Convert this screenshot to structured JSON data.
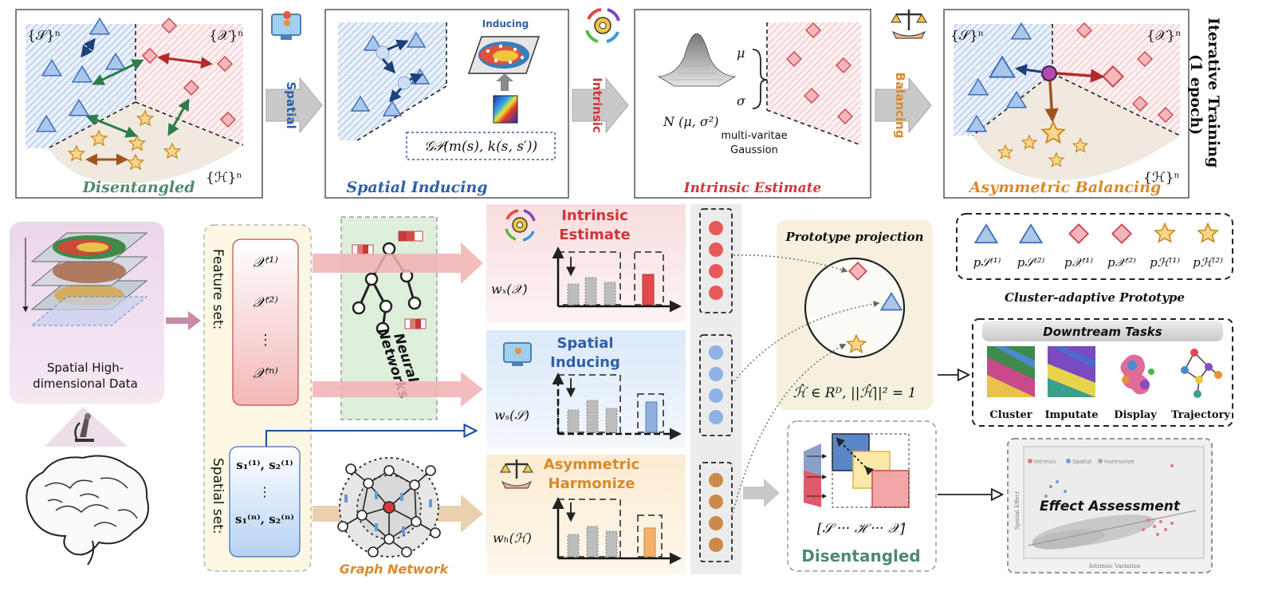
{
  "top_panels": {
    "disentangled": {
      "S_label": "{𝒮}ⁿ",
      "X_label": "{𝒳}ⁿ",
      "H_label": "{ℋ}ⁿ",
      "caption": "Disentangled"
    },
    "spatial_inducing": {
      "inducing_label": "Inducing",
      "gp_formula": "𝒢𝒫(m(s), k(s, s′))",
      "caption": "Spatial Inducing"
    },
    "intrinsic_estimate": {
      "normal_formula": "N (μ, σ²)",
      "mu": "μ",
      "sigma": "σ",
      "gauss_line1": "multi-varitae",
      "gauss_line2": "Gaussion",
      "caption": "Intrinsic Estimate"
    },
    "asymmetric_balancing": {
      "S_label": "{𝒮}ⁿ",
      "X_label": "{𝒳}ⁿ",
      "H_label": "{ℋ}ⁿ",
      "caption": "Asymmetric Balancing"
    }
  },
  "transitions": {
    "spatial": "Spatial",
    "intrinsic": "Intrinsic",
    "balancing": "Balancing"
  },
  "iterative": {
    "line1": "Iterative Training",
    "line2": "(1 epoch)"
  },
  "input": {
    "data_line1": "Spatial High-",
    "data_line2": "dimensional Data"
  },
  "feature_set": {
    "label": "Feature set:",
    "items": [
      "𝒳⁽¹⁾",
      "𝒳⁽²⁾",
      "⋮",
      "𝒳⁽ⁿ⁾"
    ]
  },
  "spatial_set": {
    "label": "Spatial set:",
    "row1": "s₁⁽¹⁾, s₂⁽¹⁾",
    "dots": "⋮",
    "row2": "s₁⁽ⁿ⁾, s₂⁽ⁿ⁾"
  },
  "neural_networks": {
    "line1": "Neural",
    "line2": "Networks"
  },
  "graph_network": "Graph Network",
  "branches": {
    "intrinsic": {
      "title1": "Intrinsic",
      "title2": "Estimate",
      "weight": "wₓ(𝒳)"
    },
    "spatial": {
      "title1": "Spatial",
      "title2": "Inducing",
      "weight": "wₛ(𝒮)"
    },
    "asymmetric": {
      "title1": "Asymmetric",
      "title2": "Harmonize",
      "weight": "wₕ(ℋ)"
    }
  },
  "prototype_projection": {
    "title": "Prototype projection",
    "formula": "ℋ̂ ∈ Rᴰ, ||ℋ̂||² = 1"
  },
  "legend": {
    "items": [
      "p𝒮⁽¹⁾",
      "p𝒮⁽²⁾",
      "p𝒳⁽¹⁾",
      "p𝒳⁽²⁾",
      "pℋ⁽¹⁾",
      "pℋ⁽²⁾"
    ],
    "caption": "Cluster-adaptive Prototype"
  },
  "downstream": {
    "title": "Downtream Tasks",
    "items": [
      "Cluster",
      "Imputate",
      "Display",
      "Trajectory"
    ]
  },
  "disentangled_block": {
    "formula": "[𝒮 ··· ℋ ··· 𝒳]",
    "caption": "Disentangled"
  },
  "effect": {
    "title": "Effect Assessment",
    "legend": [
      "Intrinsic",
      "Spatial",
      "Harmonize"
    ],
    "xlabel": "Intrinsic Variation",
    "ylabel": "Spatial Effect"
  },
  "colors": {
    "blue": "#2f5fa8",
    "red": "#d0353b",
    "orange": "#d98a2b",
    "green": "#4f8a6e",
    "blue_fill": "#a9c4e8",
    "red_fill": "#efb0b4",
    "star_fill": "#f7d58a"
  }
}
